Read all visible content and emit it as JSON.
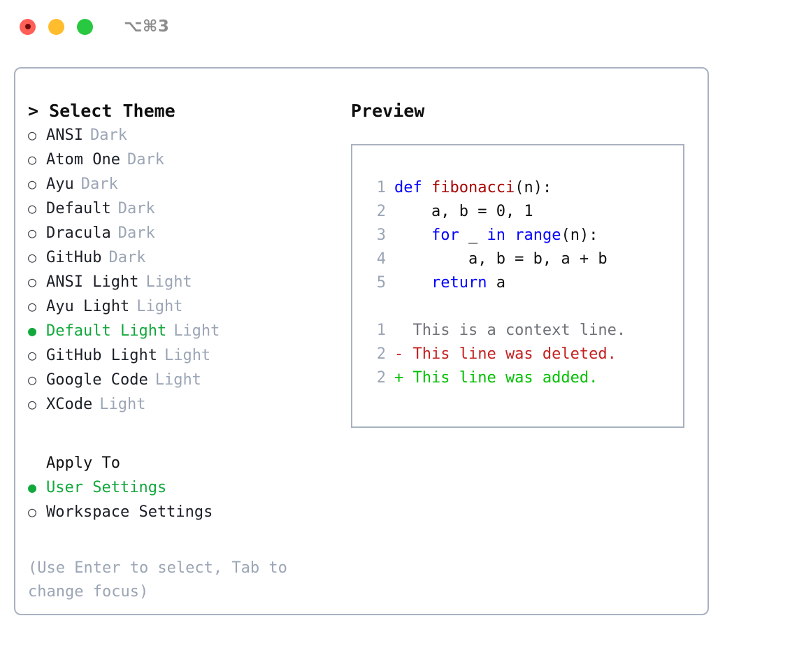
{
  "titlebar": {
    "shortcut": "⌥⌘3",
    "buttons": [
      {
        "name": "close-button",
        "color": "#ff5f57"
      },
      {
        "name": "minimize-button",
        "color": "#ffbd2e"
      },
      {
        "name": "maximize-button",
        "color": "#28c840"
      }
    ]
  },
  "theme_picker": {
    "header": "> Select Theme",
    "bullet_selected": "●",
    "bullet_unselected": "○",
    "items": [
      {
        "label": "ANSI",
        "tag": "Dark",
        "selected": false
      },
      {
        "label": "Atom One",
        "tag": "Dark",
        "selected": false
      },
      {
        "label": "Ayu",
        "tag": "Dark",
        "selected": false
      },
      {
        "label": "Default",
        "tag": "Dark",
        "selected": false
      },
      {
        "label": "Dracula",
        "tag": "Dark",
        "selected": false
      },
      {
        "label": "GitHub",
        "tag": "Dark",
        "selected": false
      },
      {
        "label": "ANSI Light",
        "tag": "Light",
        "selected": false
      },
      {
        "label": "Ayu Light",
        "tag": "Light",
        "selected": false
      },
      {
        "label": "Default Light",
        "tag": "Light",
        "selected": true
      },
      {
        "label": "GitHub Light",
        "tag": "Light",
        "selected": false
      },
      {
        "label": "Google Code",
        "tag": "Light",
        "selected": false
      },
      {
        "label": "XCode",
        "tag": "Light",
        "selected": false
      }
    ]
  },
  "apply_to": {
    "header": "Apply To",
    "items": [
      {
        "label": "User Settings",
        "selected": true
      },
      {
        "label": "Workspace Settings",
        "selected": false
      }
    ]
  },
  "hint": "(Use Enter to select, Tab to change focus)",
  "preview": {
    "title": "Preview",
    "code_lines": [
      {
        "no": "1",
        "tokens": [
          {
            "text": "def ",
            "kind": "kw"
          },
          {
            "text": "fibonacci",
            "kind": "fn"
          },
          {
            "text": "(n):",
            "kind": "pl"
          }
        ]
      },
      {
        "no": "2",
        "tokens": [
          {
            "text": "    a, b = 0, 1",
            "kind": "pl"
          }
        ]
      },
      {
        "no": "3",
        "tokens": [
          {
            "text": "    ",
            "kind": "pl"
          },
          {
            "text": "for",
            "kind": "kw"
          },
          {
            "text": " _ ",
            "kind": "pl"
          },
          {
            "text": "in range",
            "kind": "kw"
          },
          {
            "text": "(n):",
            "kind": "pl"
          }
        ]
      },
      {
        "no": "4",
        "tokens": [
          {
            "text": "        a, b = b, a + b",
            "kind": "pl"
          }
        ]
      },
      {
        "no": "5",
        "tokens": [
          {
            "text": "    ",
            "kind": "pl"
          },
          {
            "text": "return",
            "kind": "kw"
          },
          {
            "text": " a",
            "kind": "pl"
          }
        ]
      }
    ],
    "diff_lines": [
      {
        "no": "1",
        "text": "  This is a context line.",
        "kind": "context"
      },
      {
        "no": "2",
        "text": "- This line was deleted.",
        "kind": "del"
      },
      {
        "no": "2",
        "text": "+ This line was added.",
        "kind": "add"
      }
    ]
  },
  "colors": {
    "accent_green": "#12a83c",
    "muted": "#9ba5b5",
    "border": "#a8b2c0",
    "keyword": "#0000ff",
    "function": "#aa0000",
    "diff_add": "#00c000",
    "diff_del": "#c42121"
  }
}
